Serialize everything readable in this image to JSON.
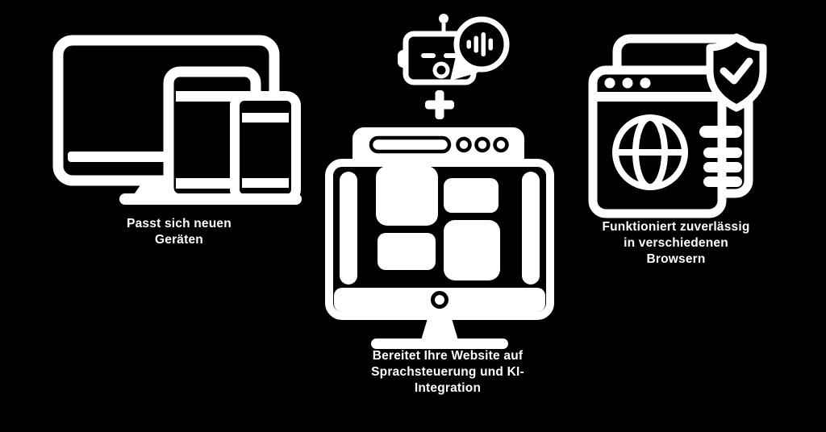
{
  "canvas": {
    "background": "#000000",
    "icon_color": "#ffffff",
    "text_color": "#ffffff"
  },
  "features": [
    {
      "id": "responsive-devices",
      "icon": "devices-desktop-tablet-phone-icon",
      "caption": "Passt sich neuen\nGeräten"
    },
    {
      "id": "ai-voice-integration",
      "icon": "robot-voice-bubble-plus-website-monitor-icon",
      "caption": "Bereitet Ihre Website auf\nSprachsteuerung und KI-\nIntegration"
    },
    {
      "id": "cross-browser-reliability",
      "icon": "browser-windows-globe-shield-check-icon",
      "caption": "Funktioniert zuverlässig\nin verschiedenen\nBrowsern"
    }
  ]
}
